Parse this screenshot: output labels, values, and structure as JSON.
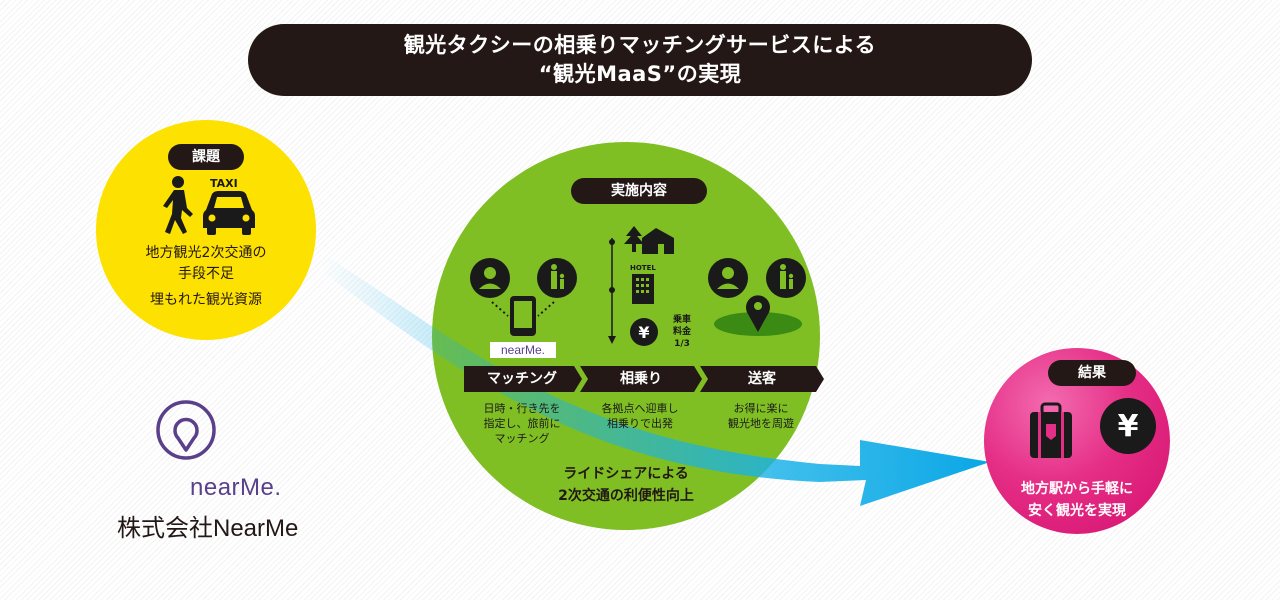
{
  "title": {
    "line1": "観光タクシーの相乗りマッチングサービスによる",
    "line2": "“観光MaaS”の実現"
  },
  "issue": {
    "tag": "課題",
    "taxi_label": "TAXI",
    "line1": "地方観光2次交通の",
    "line2": "手段不足",
    "line3": "埋もれた観光資源"
  },
  "main": {
    "tag": "実施内容",
    "brand": "nearMe.",
    "hotel_label": "HOTEL",
    "fare_label1": "乗車",
    "fare_label2": "料金",
    "fare_label3": "1/3",
    "yen": "¥",
    "steps": [
      "マッチング",
      "相乗り",
      "送客"
    ],
    "desc1": [
      "日時・行き先を",
      "指定し、旅前に",
      "マッチング"
    ],
    "desc2": [
      "各拠点へ迎車し",
      "相乗りで出発"
    ],
    "desc3": [
      "お得に楽に",
      "観光地を周遊"
    ],
    "summary1": "ライドシェアによる",
    "summary2": "2次交通の利便性向上"
  },
  "result": {
    "tag": "結果",
    "yen": "¥",
    "line1": "地方駅から手軽に",
    "line2": "安く観光を実現"
  },
  "company": {
    "logo_text": "nearMe.",
    "name": "株式会社NearMe"
  },
  "colors": {
    "issue": "#fde100",
    "main": "#7fbf23",
    "result": "#e52e86",
    "dark": "#231815",
    "arrow": "#1ab2e8",
    "logo": "#5a3f8a"
  }
}
